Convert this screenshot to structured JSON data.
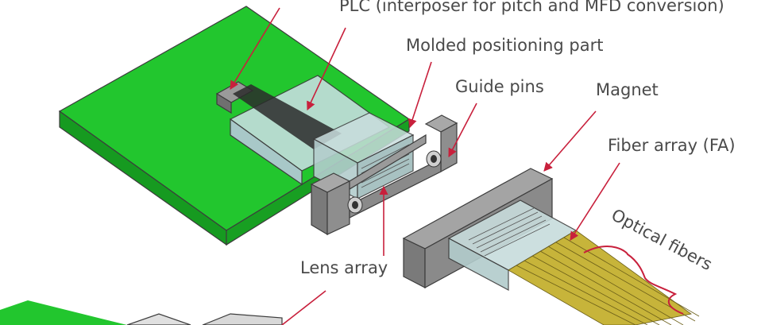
{
  "labels": {
    "plc": "PLC (interposer for pitch and MFD conversion)",
    "molded_part": "Molded positioning part",
    "guide_pins": "Guide pins",
    "magnet": "Magnet",
    "fiber_array": "Fiber array (FA)",
    "optical_fibers": "Optical fibers",
    "lens_array": "Lens array"
  },
  "colors": {
    "board_top": "#22c62e",
    "board_side": "#169a20",
    "housing": "#8e8e8e",
    "housing_dark": "#6c6c6c",
    "glass": "#b8d6d6",
    "fiber": "#c7b43a",
    "arrow": "#c8203c",
    "text": "#4a4a4a"
  }
}
